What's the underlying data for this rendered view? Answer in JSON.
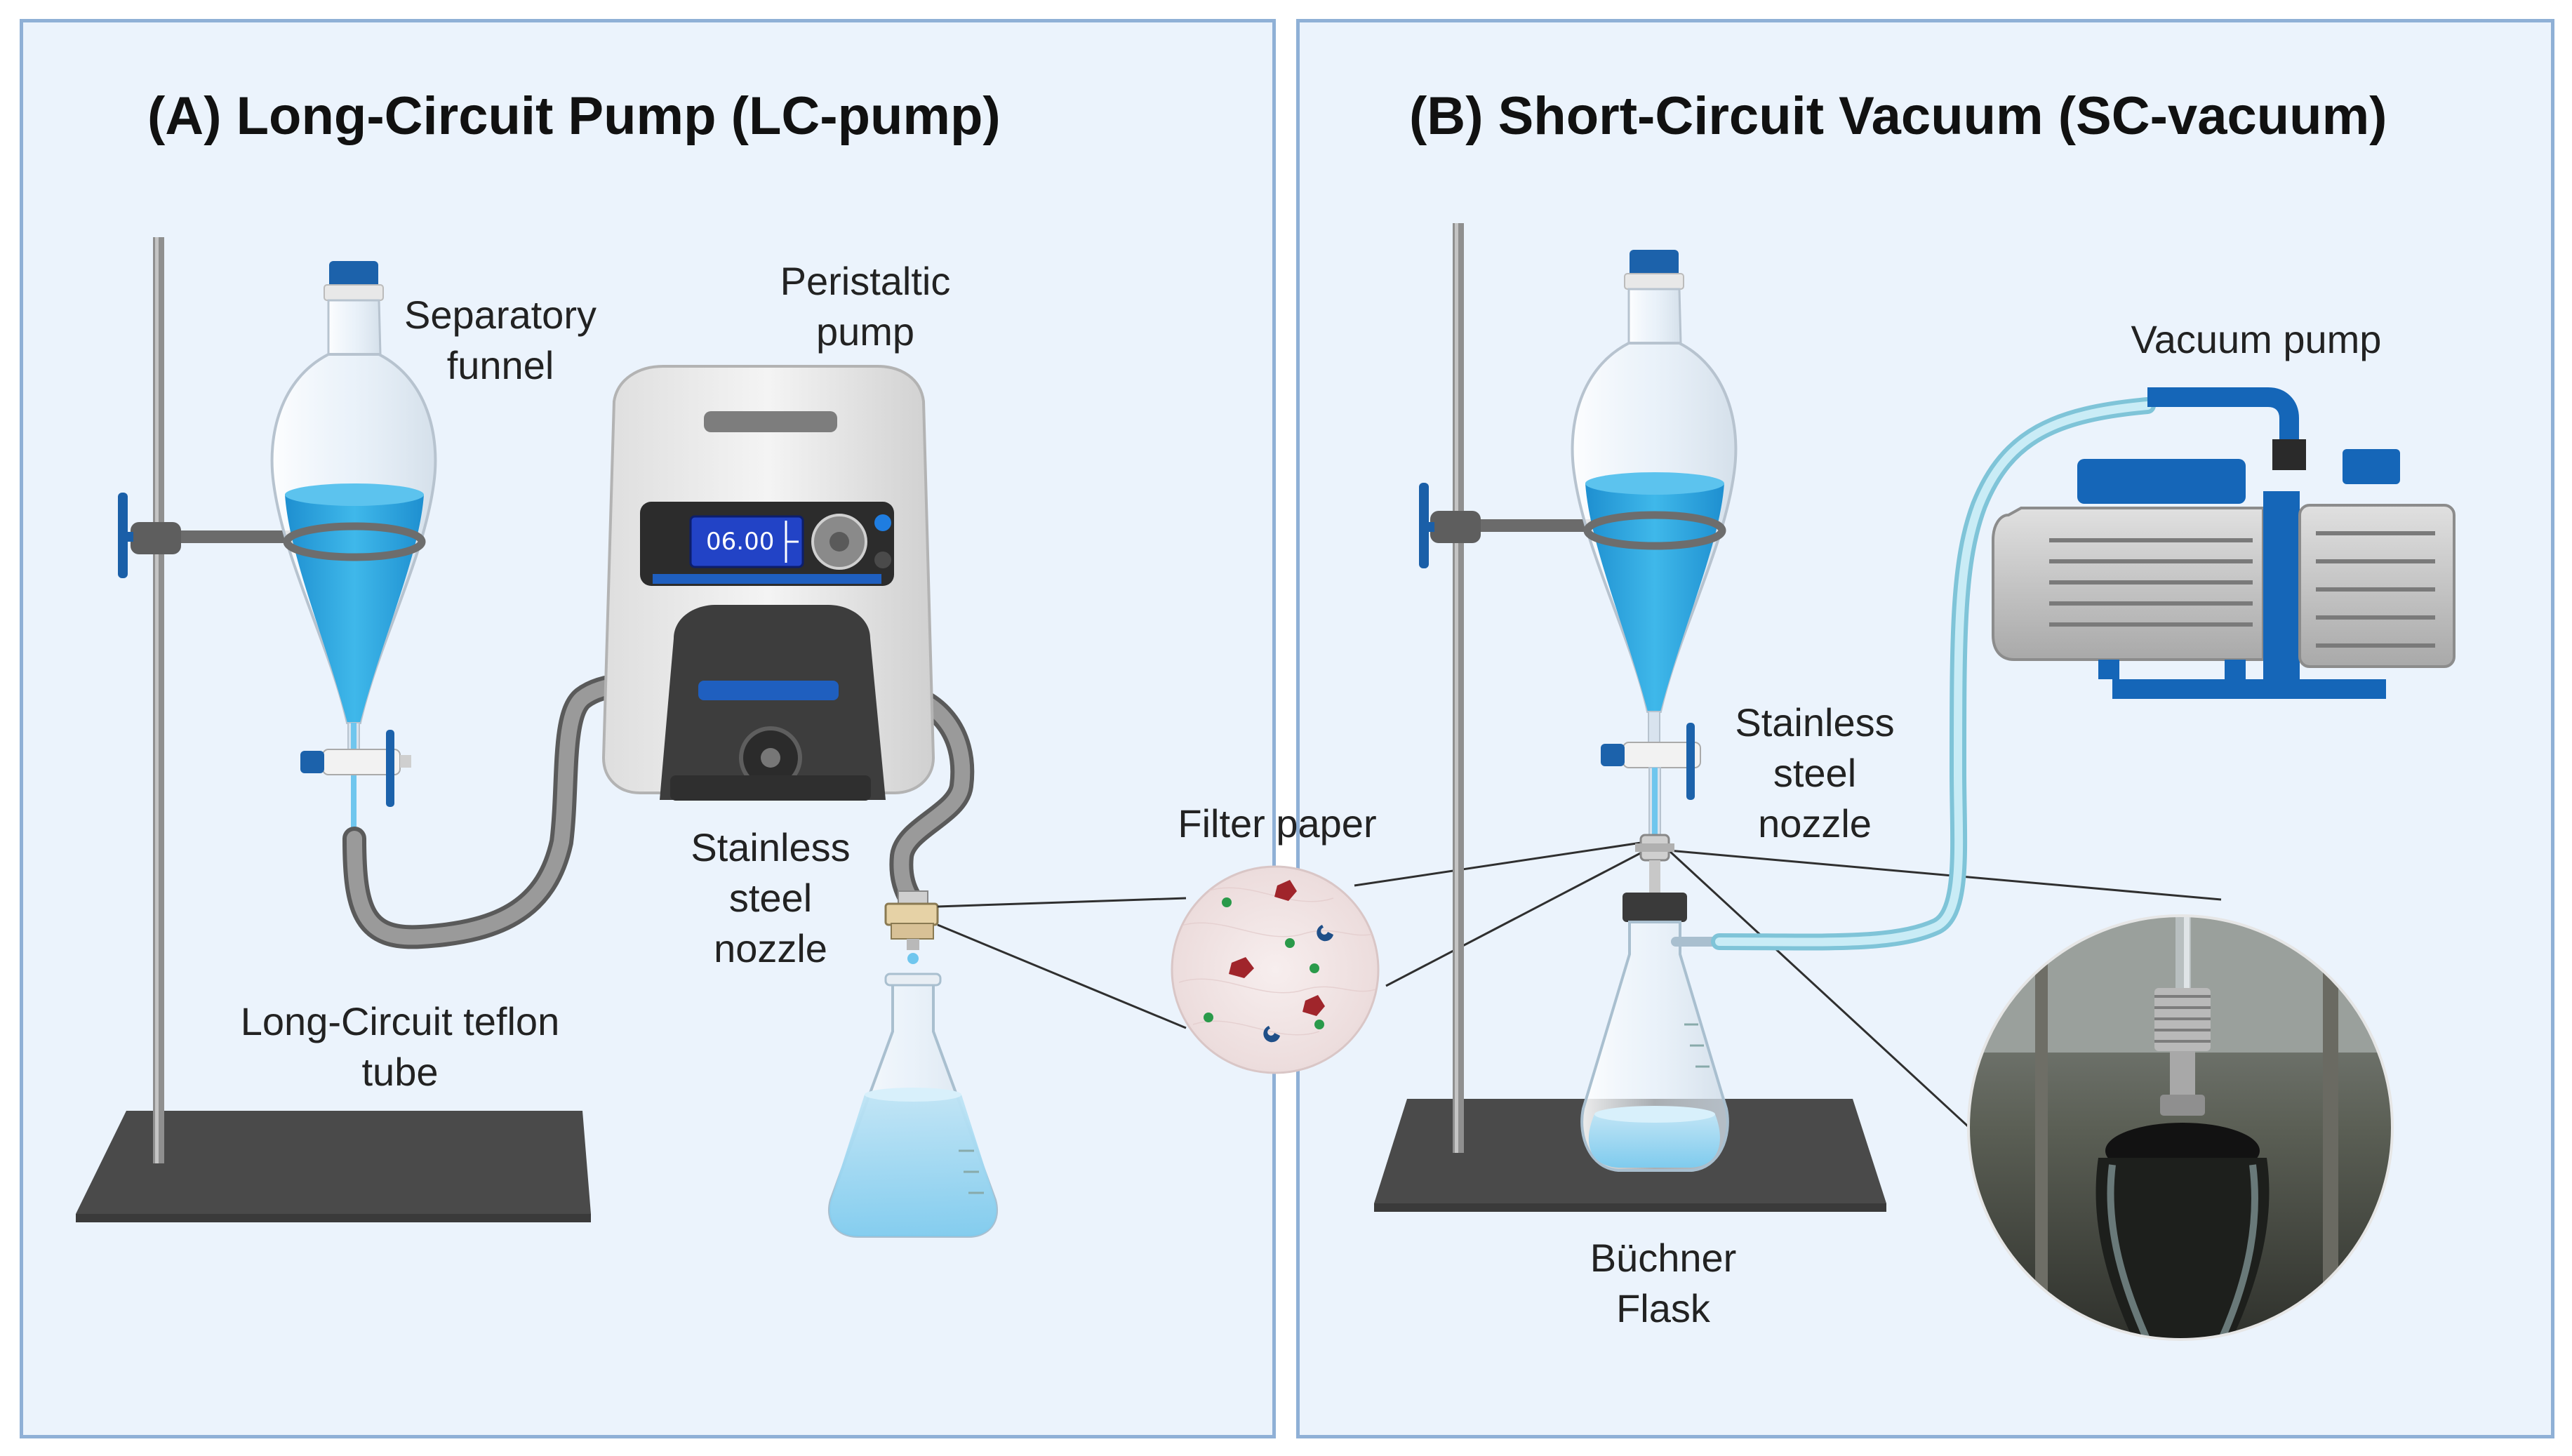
{
  "panels": {
    "a": {
      "title": "(A) Long-Circuit Pump (LC-pump)"
    },
    "b": {
      "title": "(B) Short-Circuit Vacuum (SC-vacuum)"
    }
  },
  "labels": {
    "separatory_funnel": [
      "Separatory",
      "funnel"
    ],
    "peristaltic_pump": [
      "Peristaltic",
      "pump"
    ],
    "nozzle_a": [
      "Stainless",
      "steel",
      "nozzle"
    ],
    "teflon_tube": [
      "Long-Circuit teflon",
      "tube"
    ],
    "filter_paper": "Filter paper",
    "vacuum_pump": "Vacuum pump",
    "nozzle_b": [
      "Stainless",
      "steel",
      "nozzle"
    ],
    "buchner_flask": [
      "Büchner",
      "Flask"
    ]
  },
  "pump_display": "06.00",
  "colors": {
    "panel_background": "#ebf3fc",
    "panel_border": "#8fb0d6",
    "liquid": "#33a9e0",
    "pump_accent": "#1566b8",
    "stand": "#555555"
  }
}
